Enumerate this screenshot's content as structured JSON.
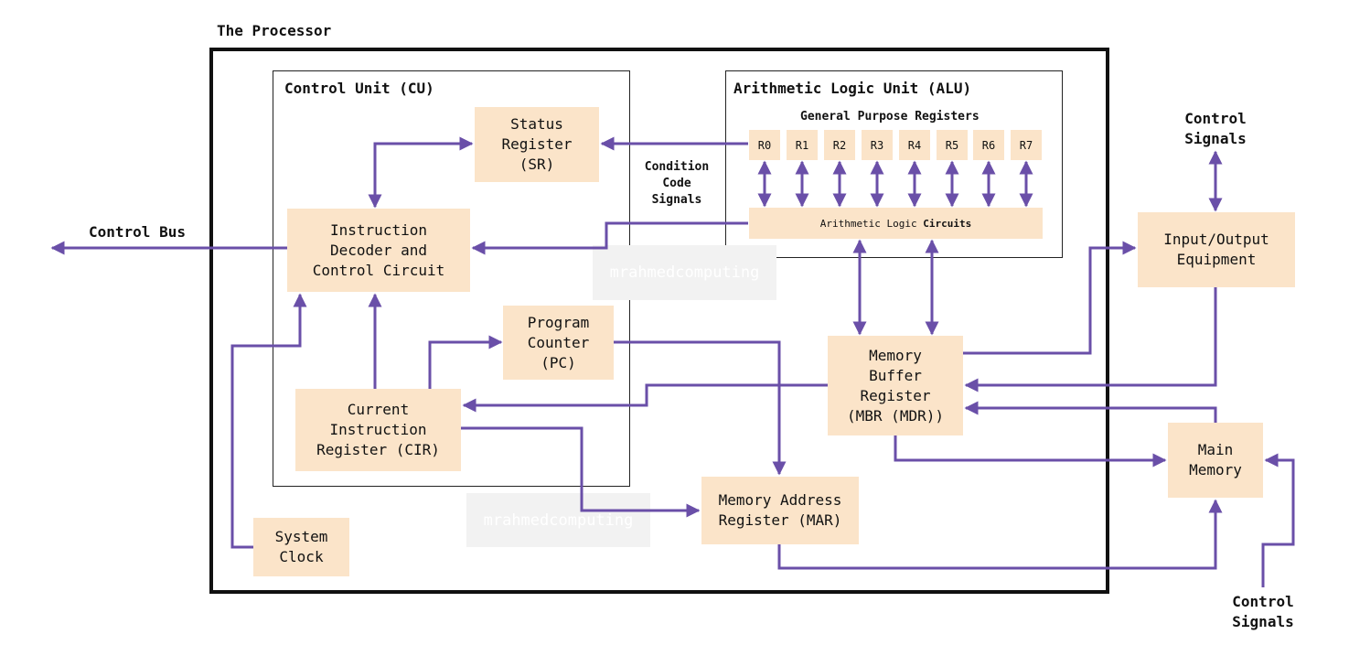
{
  "processor_title": "The Processor",
  "cu_title": "Control Unit (CU)",
  "alu_title": "Arithmetic Logic Unit (ALU)",
  "gpr_title": "General Purpose Registers",
  "registers": [
    "R0",
    "R1",
    "R2",
    "R3",
    "R4",
    "R5",
    "R6",
    "R7"
  ],
  "alc_label": "Arithmetic Logic",
  "alc_bold": "Circuits",
  "status_register": "Status\nRegister\n(SR)",
  "decoder": "Instruction\nDecoder and\nControl Circuit",
  "program_counter": "Program\nCounter\n(PC)",
  "cir": "Current\nInstruction\nRegister (CIR)",
  "system_clock": "System\nClock",
  "mar": "Memory Address\nRegister (MAR)",
  "mbr": "Memory\nBuffer\nRegister\n(MBR (MDR))",
  "io_equipment": "Input/Output\nEquipment",
  "main_memory": "Main\nMemory",
  "condition_code": "Condition\nCode\nSignals",
  "control_bus": "Control Bus",
  "control_signals_top": "Control\nSignals",
  "control_signals_bottom": "Control\nSignals",
  "watermark": "mrahmedcomputing",
  "colors": {
    "box_fill": "#fbe4c9",
    "wire": "#6a4fa8",
    "frame": "#111111"
  }
}
